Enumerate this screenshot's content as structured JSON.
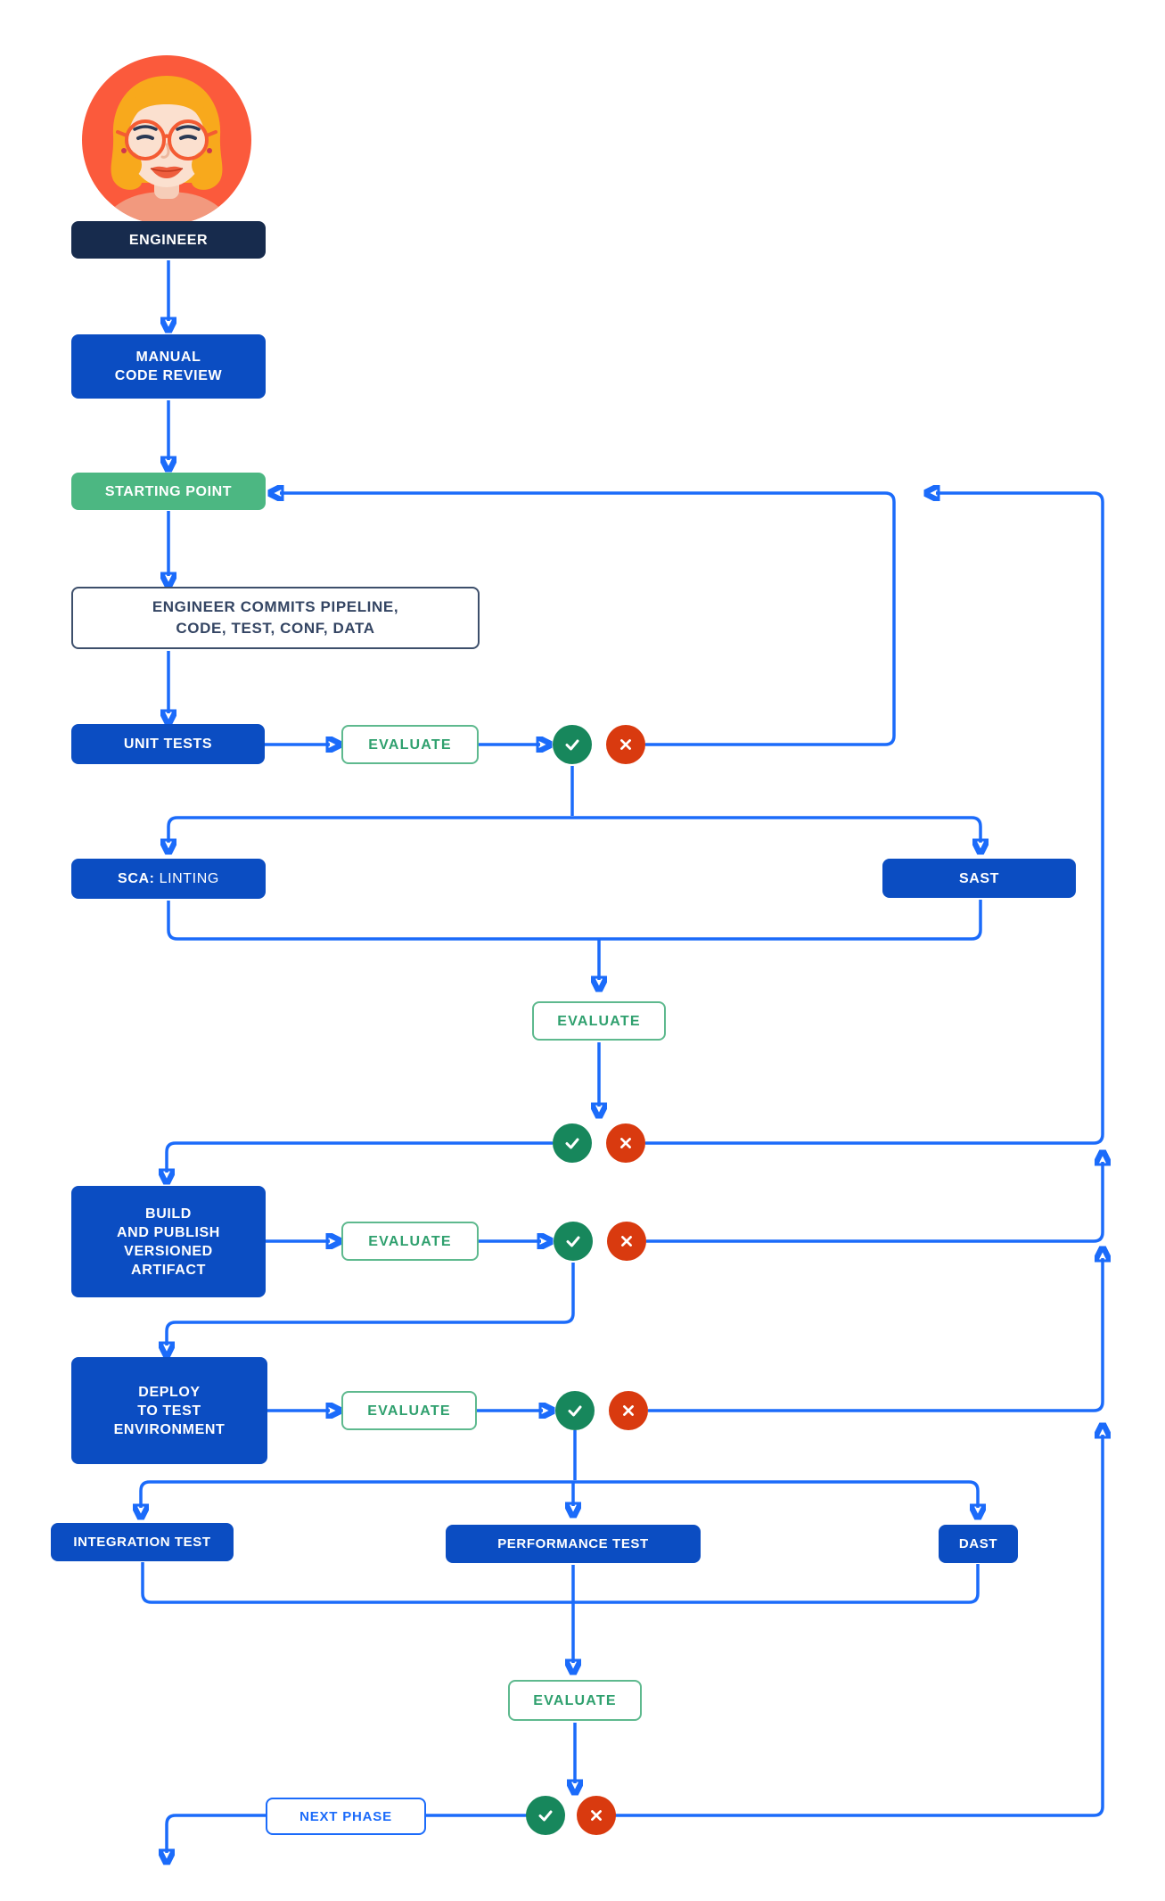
{
  "colors": {
    "node_blue": "#0B4DC2",
    "line_blue": "#1B6BFA",
    "navy": "#172B4D",
    "green": "#4CB782",
    "evaluate_green": "#2FA06E",
    "pass_green": "#17875C",
    "fail_red": "#D93A0F",
    "avatar_orange": "#FB5A3C"
  },
  "labels": {
    "evaluate": "EVALUATE"
  },
  "nodes": {
    "engineer": {
      "label": "ENGINEER"
    },
    "manual_code_review": {
      "label": "MANUAL\nCODE REVIEW"
    },
    "starting_point": {
      "label": "STARTING POINT"
    },
    "commit": {
      "label": "ENGINEER COMMITS PIPELINE,\nCODE, TEST, CONF, DATA"
    },
    "unit_tests": {
      "label": "UNIT TESTS"
    },
    "sca": {
      "prefix": "SCA:",
      "label": "LINTING"
    },
    "sast": {
      "label": "SAST"
    },
    "build": {
      "label": "BUILD\nAND PUBLISH\nVERSIONED\nARTIFACT"
    },
    "deploy": {
      "label": "DEPLOY\nTO TEST\nENVIRONMENT"
    },
    "integration_test": {
      "label": "INTEGRATION TEST"
    },
    "performance_test": {
      "label": "PERFORMANCE TEST"
    },
    "dast": {
      "label": "DAST"
    },
    "next_phase": {
      "label": "NEXT PHASE"
    }
  },
  "icons": {
    "pass": "check-icon",
    "fail": "x-icon"
  },
  "edges": [
    {
      "from": "engineer",
      "to": "manual_code_review"
    },
    {
      "from": "manual_code_review",
      "to": "starting_point"
    },
    {
      "from": "starting_point",
      "to": "commit"
    },
    {
      "from": "commit",
      "to": "unit_tests"
    },
    {
      "from": "unit_tests",
      "to": "evaluate_1"
    },
    {
      "from": "evaluate_1",
      "to": "pass_fail_1"
    },
    {
      "from": "fail_1",
      "to": "starting_point"
    },
    {
      "from": "pass_1",
      "to": "sca"
    },
    {
      "from": "pass_1",
      "to": "sast"
    },
    {
      "from": "sca",
      "to": "evaluate_2"
    },
    {
      "from": "sast",
      "to": "evaluate_2"
    },
    {
      "from": "evaluate_2",
      "to": "pass_fail_2"
    },
    {
      "from": "fail_2",
      "to": "starting_point"
    },
    {
      "from": "pass_2",
      "to": "build"
    },
    {
      "from": "build",
      "to": "evaluate_3"
    },
    {
      "from": "evaluate_3",
      "to": "pass_fail_3"
    },
    {
      "from": "fail_3",
      "to": "starting_point"
    },
    {
      "from": "pass_3",
      "to": "deploy"
    },
    {
      "from": "deploy",
      "to": "evaluate_4"
    },
    {
      "from": "evaluate_4",
      "to": "pass_fail_4"
    },
    {
      "from": "fail_4",
      "to": "starting_point"
    },
    {
      "from": "pass_4",
      "to": "integration_test"
    },
    {
      "from": "pass_4",
      "to": "performance_test"
    },
    {
      "from": "pass_4",
      "to": "dast"
    },
    {
      "from": "integration_test",
      "to": "evaluate_5"
    },
    {
      "from": "performance_test",
      "to": "evaluate_5"
    },
    {
      "from": "dast",
      "to": "evaluate_5"
    },
    {
      "from": "evaluate_5",
      "to": "pass_fail_5"
    },
    {
      "from": "fail_5",
      "to": "starting_point"
    },
    {
      "from": "pass_5",
      "to": "next_phase"
    }
  ]
}
